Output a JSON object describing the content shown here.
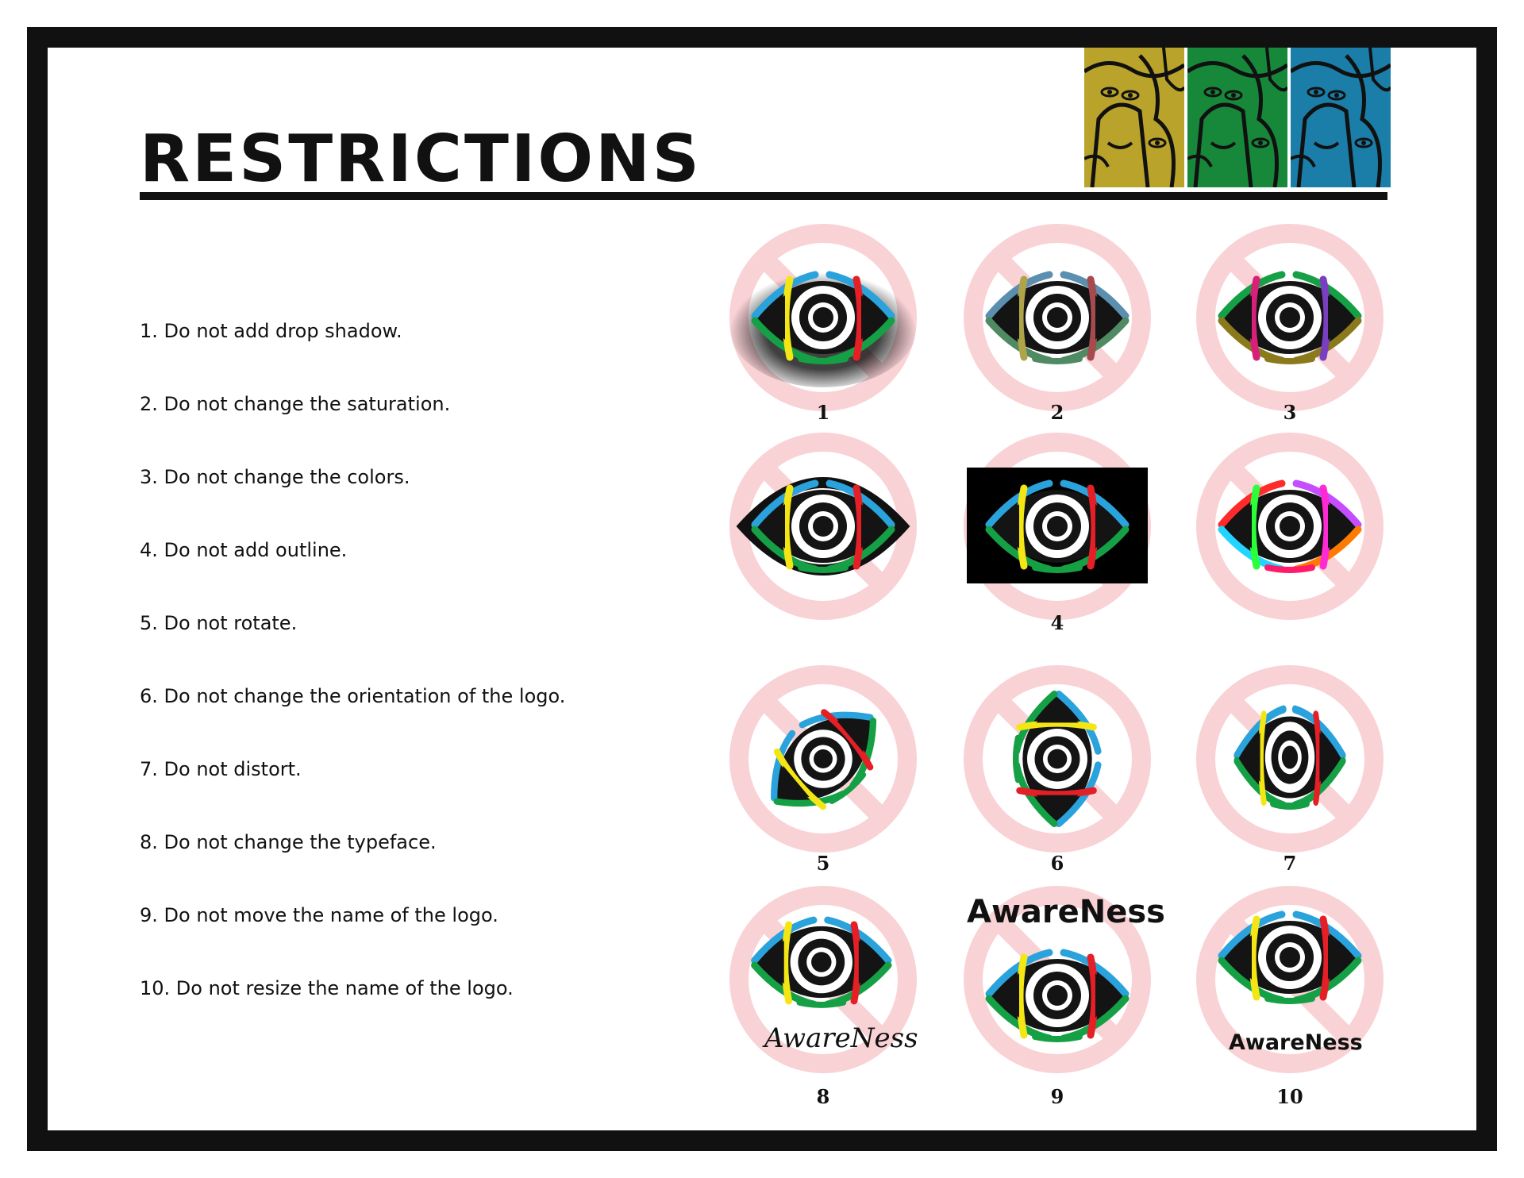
{
  "page": {
    "title": "RESTRICTIONS"
  },
  "header_art": [
    {
      "name": "yellow-faces-panel",
      "color": "#b9a32a"
    },
    {
      "name": "green-faces-panel",
      "color": "#17883a"
    },
    {
      "name": "blue-faces-panel",
      "color": "#1a7ea8"
    }
  ],
  "rules": [
    "1. Do not add drop shadow.",
    "2. Do not change the saturation.",
    "3. Do not change the colors.",
    "4. Do not add outline.",
    "5. Do not rotate.",
    "6. Do not change the orientation of the logo.",
    "7. Do not distort.",
    "8. Do not change the typeface.",
    "9. Do not move the name of the logo.",
    "10. Do not resize the name of the logo."
  ],
  "examples": [
    {
      "variant": "drop-shadow"
    },
    {
      "variant": "desaturated"
    },
    {
      "variant": "recolored"
    },
    {
      "variant": "outlined"
    },
    {
      "variant": "black-background"
    },
    {
      "variant": "rainbow-gradient"
    },
    {
      "variant": "rotated"
    },
    {
      "variant": "vertical"
    },
    {
      "variant": "distorted"
    },
    {
      "variant": "wrong-typeface"
    },
    {
      "variant": "moved-name"
    },
    {
      "variant": "resized-name"
    }
  ],
  "example_numbers": [
    "1",
    "2",
    "3",
    "4",
    "5",
    "6",
    "7",
    "8",
    "9",
    "10"
  ],
  "logo": {
    "name": "AwareNess",
    "colors": {
      "blue": "#2aa3dc",
      "yellow": "#f3e614",
      "red": "#e42026",
      "green": "#16a046",
      "black": "#141414"
    }
  },
  "prohibited_sign_color": "#f9d2d6"
}
